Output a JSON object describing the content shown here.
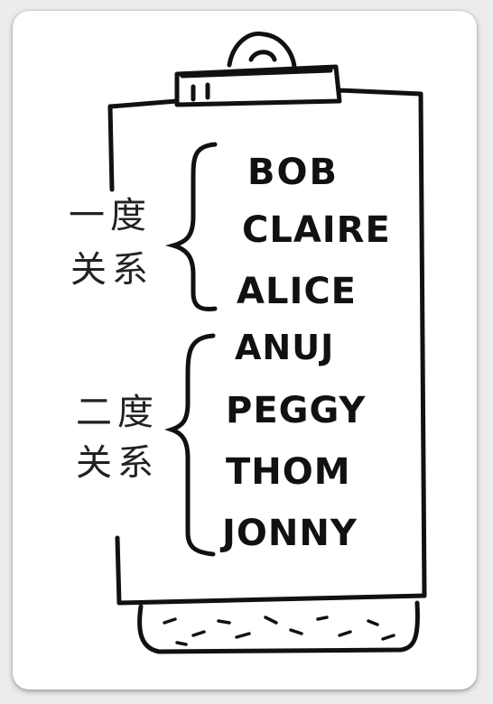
{
  "groups": [
    {
      "label_line1": "一度",
      "label_line2": "关系",
      "names": [
        "BOB",
        "CLAIRE",
        "ALICE"
      ]
    },
    {
      "label_line1": "二度",
      "label_line2": "关系",
      "names": [
        "ANUJ",
        "PEGGY",
        "THOM",
        "JONNY"
      ]
    }
  ],
  "colors": {
    "ink": "#111111",
    "paper": "#ffffff",
    "background": "#ececec"
  }
}
